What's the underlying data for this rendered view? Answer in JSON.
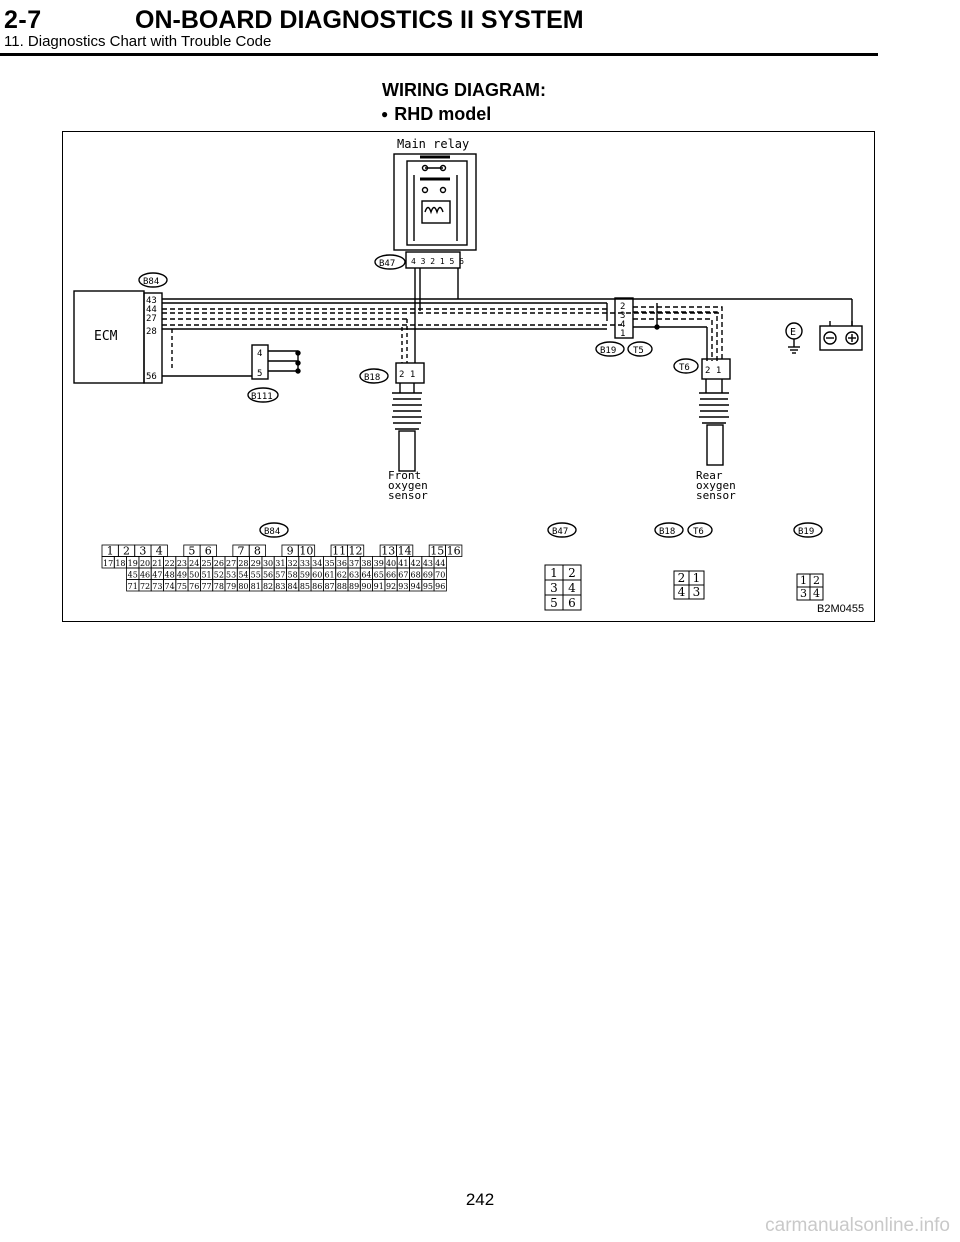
{
  "header": {
    "section_number": "2-7",
    "title": "ON-BOARD DIAGNOSTICS II SYSTEM",
    "subtitle": "11. Diagnostics Chart with Trouble Code"
  },
  "figure": {
    "title": "WIRING DIAGRAM:",
    "bullet": "RHD model",
    "code": "B2M0455"
  },
  "diagram": {
    "main_relay": "Main relay",
    "ecm": "ECM",
    "ecm_pins": [
      "43",
      "44",
      "27",
      "28",
      "56"
    ],
    "b111_pins": [
      "4",
      "5"
    ],
    "b19_pins": [
      "2",
      "3",
      "4",
      "1"
    ],
    "front_sensor": [
      "Front",
      "oxygen",
      "sensor"
    ],
    "rear_sensor": [
      "Rear",
      "oxygen",
      "sensor"
    ],
    "connectors": {
      "b84": "B84",
      "b47": "B47",
      "b18": "B18",
      "b19": "B19",
      "t5": "T5",
      "t6": "T6",
      "b111": "B111",
      "e": "E"
    },
    "b84_grid": [
      [
        "1",
        "2",
        "3",
        "4",
        "",
        "5",
        "6",
        "",
        "7",
        "8",
        "",
        "9",
        "10",
        "",
        "11",
        "12",
        "",
        "13",
        "14",
        "",
        "15",
        "16"
      ],
      [
        "17",
        "18",
        "19",
        "20",
        "21",
        "22",
        "23",
        "24",
        "25",
        "26",
        "27",
        "28",
        "29",
        "30",
        "31",
        "32",
        "33",
        "34",
        "35",
        "36",
        "37",
        "38",
        "39",
        "40",
        "41",
        "42",
        "43",
        "44"
      ],
      [
        "45",
        "46",
        "47",
        "48",
        "49",
        "50",
        "51",
        "52",
        "53",
        "54",
        "55",
        "56",
        "57",
        "58",
        "59",
        "60",
        "61",
        "62",
        "63",
        "64",
        "65",
        "66",
        "67",
        "68",
        "69",
        "70"
      ],
      [
        "71",
        "72",
        "73",
        "74",
        "75",
        "76",
        "77",
        "78",
        "79",
        "80",
        "81",
        "82",
        "83",
        "84",
        "85",
        "86",
        "87",
        "88",
        "89",
        "90",
        "91",
        "92",
        "93",
        "94",
        "95",
        "96"
      ]
    ],
    "b47_grid": [
      [
        "1",
        "2"
      ],
      [
        "3",
        "4"
      ],
      [
        "5",
        "6"
      ]
    ],
    "b18_grid": [
      [
        "2",
        "1"
      ],
      [
        "4",
        "3"
      ]
    ],
    "b19_grid": [
      [
        "1",
        "2"
      ],
      [
        "3",
        "4"
      ]
    ]
  },
  "footer": {
    "page_number": "242",
    "watermark": "carmanualsonline.info"
  }
}
